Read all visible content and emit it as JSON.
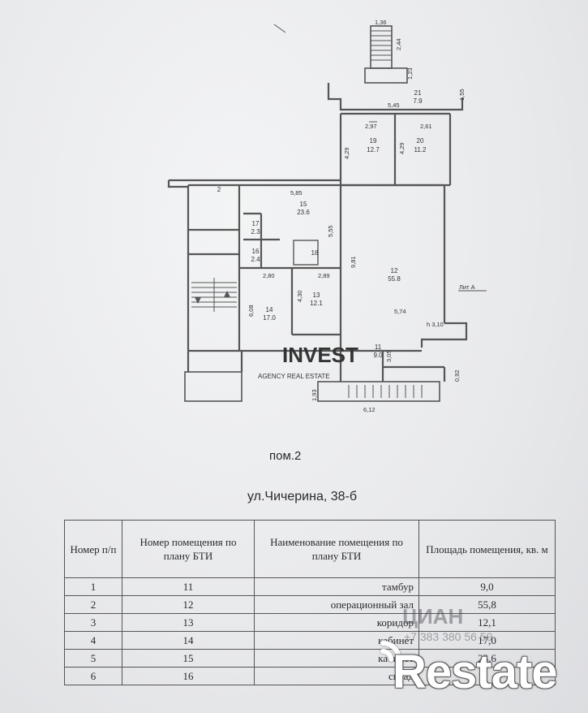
{
  "plan": {
    "rooms": [
      {
        "id": "rm-2",
        "num": "2",
        "area": ""
      },
      {
        "id": "rm-11",
        "num": "11",
        "area": "9.0"
      },
      {
        "id": "rm-12",
        "num": "12",
        "area": "55.8"
      },
      {
        "id": "rm-13",
        "num": "13",
        "area": "12.1"
      },
      {
        "id": "rm-14",
        "num": "14",
        "area": "17.0"
      },
      {
        "id": "rm-15",
        "num": "15",
        "area": "23.6"
      },
      {
        "id": "rm-16",
        "num": "16",
        "area": "2.4"
      },
      {
        "id": "rm-17",
        "num": "17",
        "area": "2.3"
      },
      {
        "id": "rm-18",
        "num": "18",
        "area": ""
      },
      {
        "id": "rm-19",
        "num": "19",
        "area": "12.7"
      },
      {
        "id": "rm-20",
        "num": "20",
        "area": "11.2"
      },
      {
        "id": "rm-21",
        "num": "21",
        "area": "7.9"
      }
    ],
    "dims": [
      "1,36",
      "2,44",
      "1,23",
      "5,45",
      "1,55",
      "2,97",
      "2,61",
      "4,29",
      "4,29",
      "5,85",
      "5,55",
      "9,81",
      "2,80",
      "2,89",
      "6,08",
      "4,30",
      "5,74",
      "h 3,10",
      "1,93",
      "6,12",
      "0,92",
      "3,05"
    ],
    "lit_label": "Лит А",
    "watermark_brand": "INVEST",
    "watermark_sub": "AGENCY REAL ESTATE"
  },
  "captions": {
    "pom": "пом.2",
    "address": "ул.Чичерина, 38-б"
  },
  "table": {
    "headers": [
      "Номер п/п",
      "Номер помещения по плану БТИ",
      "Наименование помещения по плану БТИ",
      "Площадь помещения, кв. м"
    ],
    "rows": [
      {
        "n": "1",
        "bti": "11",
        "name": "тамбур",
        "area": "9,0"
      },
      {
        "n": "2",
        "bti": "12",
        "name": "операционный зал",
        "area": "55,8"
      },
      {
        "n": "3",
        "bti": "13",
        "name": "коридор",
        "area": "12,1"
      },
      {
        "n": "4",
        "bti": "14",
        "name": "кабинет",
        "area": "17,0"
      },
      {
        "n": "5",
        "bti": "15",
        "name": "кабинет",
        "area": "23,6"
      },
      {
        "n": "6",
        "bti": "16",
        "name": "склад",
        "area": ""
      }
    ]
  },
  "watermarks": {
    "cian": "ЦИАН",
    "phone": "+7 383 380 56 59"
  },
  "logo": {
    "text": "Restate"
  },
  "colors": {
    "paper": "#e9eaec",
    "ink": "#2a2a2e",
    "wall": "#555555"
  }
}
